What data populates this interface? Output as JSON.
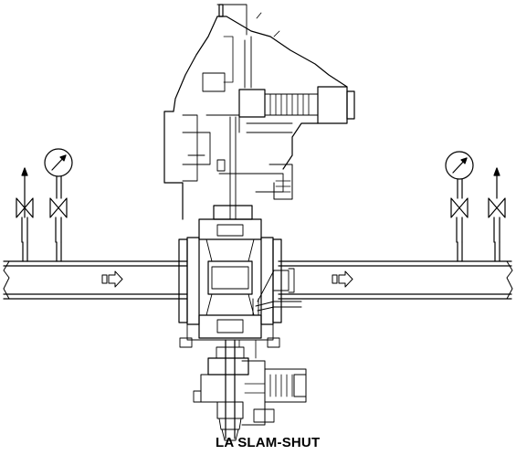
{
  "diagram": {
    "caption": "LA SLAM-SHUT",
    "components": [
      "pipeline",
      "pressure-regulator",
      "slam-shut-device",
      "upstream-pressure-gauge",
      "downstream-pressure-gauge",
      "isolation-valves",
      "flow-arrows"
    ],
    "colors": {
      "line": "#000000",
      "background": "#ffffff"
    }
  }
}
